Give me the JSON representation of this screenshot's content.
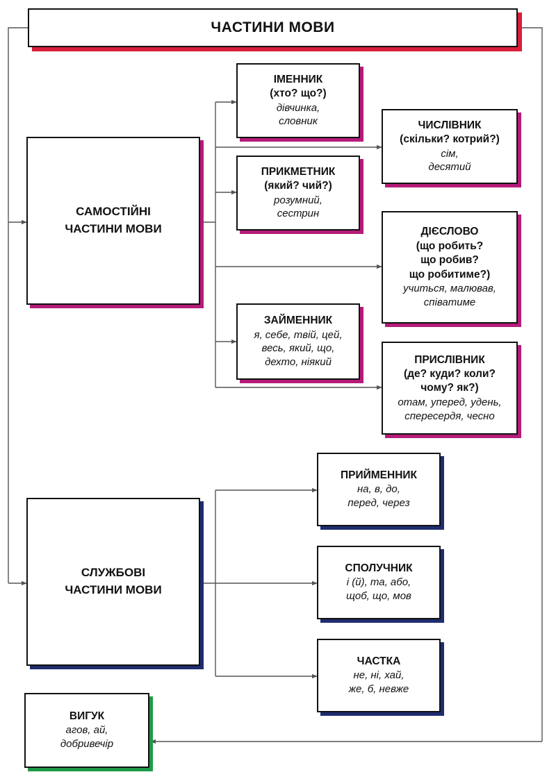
{
  "title": "ЧАСТИНИ МОВИ",
  "independent": {
    "line1": "САМОСТІЙНІ",
    "line2": "ЧАСТИНИ МОВИ"
  },
  "auxiliary": {
    "line1": "СЛУЖБОВІ",
    "line2": "ЧАСТИНИ МОВИ"
  },
  "noun": {
    "name": "ІМЕННИК",
    "question": "(хто? що?)",
    "ex1": "дівчинка,",
    "ex2": "словник"
  },
  "numeral": {
    "name": "ЧИСЛІВНИК",
    "question": "(скільки? котрий?)",
    "ex1": "сім,",
    "ex2": "десятий"
  },
  "adjective": {
    "name": "ПРИКМЕТНИК",
    "question": "(який? чий?)",
    "ex1": "розумний,",
    "ex2": "сестрин"
  },
  "verb": {
    "name": "ДІЄСЛОВО",
    "q1": "(що робить?",
    "q2": "що робив?",
    "q3": "що робитиме?)",
    "ex1": "учиться, малював,",
    "ex2": "співатиме"
  },
  "pronoun": {
    "name": "ЗАЙМЕННИК",
    "ex1": "я, себе, твій, цей,",
    "ex2": "весь, який, що,",
    "ex3": "дехто, ніякий"
  },
  "adverb": {
    "name": "ПРИСЛІВНИК",
    "q1": "(де? куди? коли?",
    "q2": "чому? як?)",
    "ex1": "отам, уперед, удень,",
    "ex2": "спересердя, чесно"
  },
  "preposition": {
    "name": "ПРИЙМЕННИК",
    "ex1": "на, в, до,",
    "ex2": "перед, через"
  },
  "conjunction": {
    "name": "СПОЛУЧНИК",
    "ex1": "і (й), та, або,",
    "ex2": "щоб, що, мов"
  },
  "particle": {
    "name": "ЧАСТКА",
    "ex1": "не, ні, хай,",
    "ex2": "же, б, невже"
  },
  "interjection": {
    "name": "ВИГУК",
    "ex1": "агов, ай,",
    "ex2": "добривечір"
  },
  "colors": {
    "red": "#d81e3a",
    "magenta": "#b51c79",
    "blue": "#1f2c6e",
    "green": "#1e9a48",
    "line": "#555555"
  }
}
